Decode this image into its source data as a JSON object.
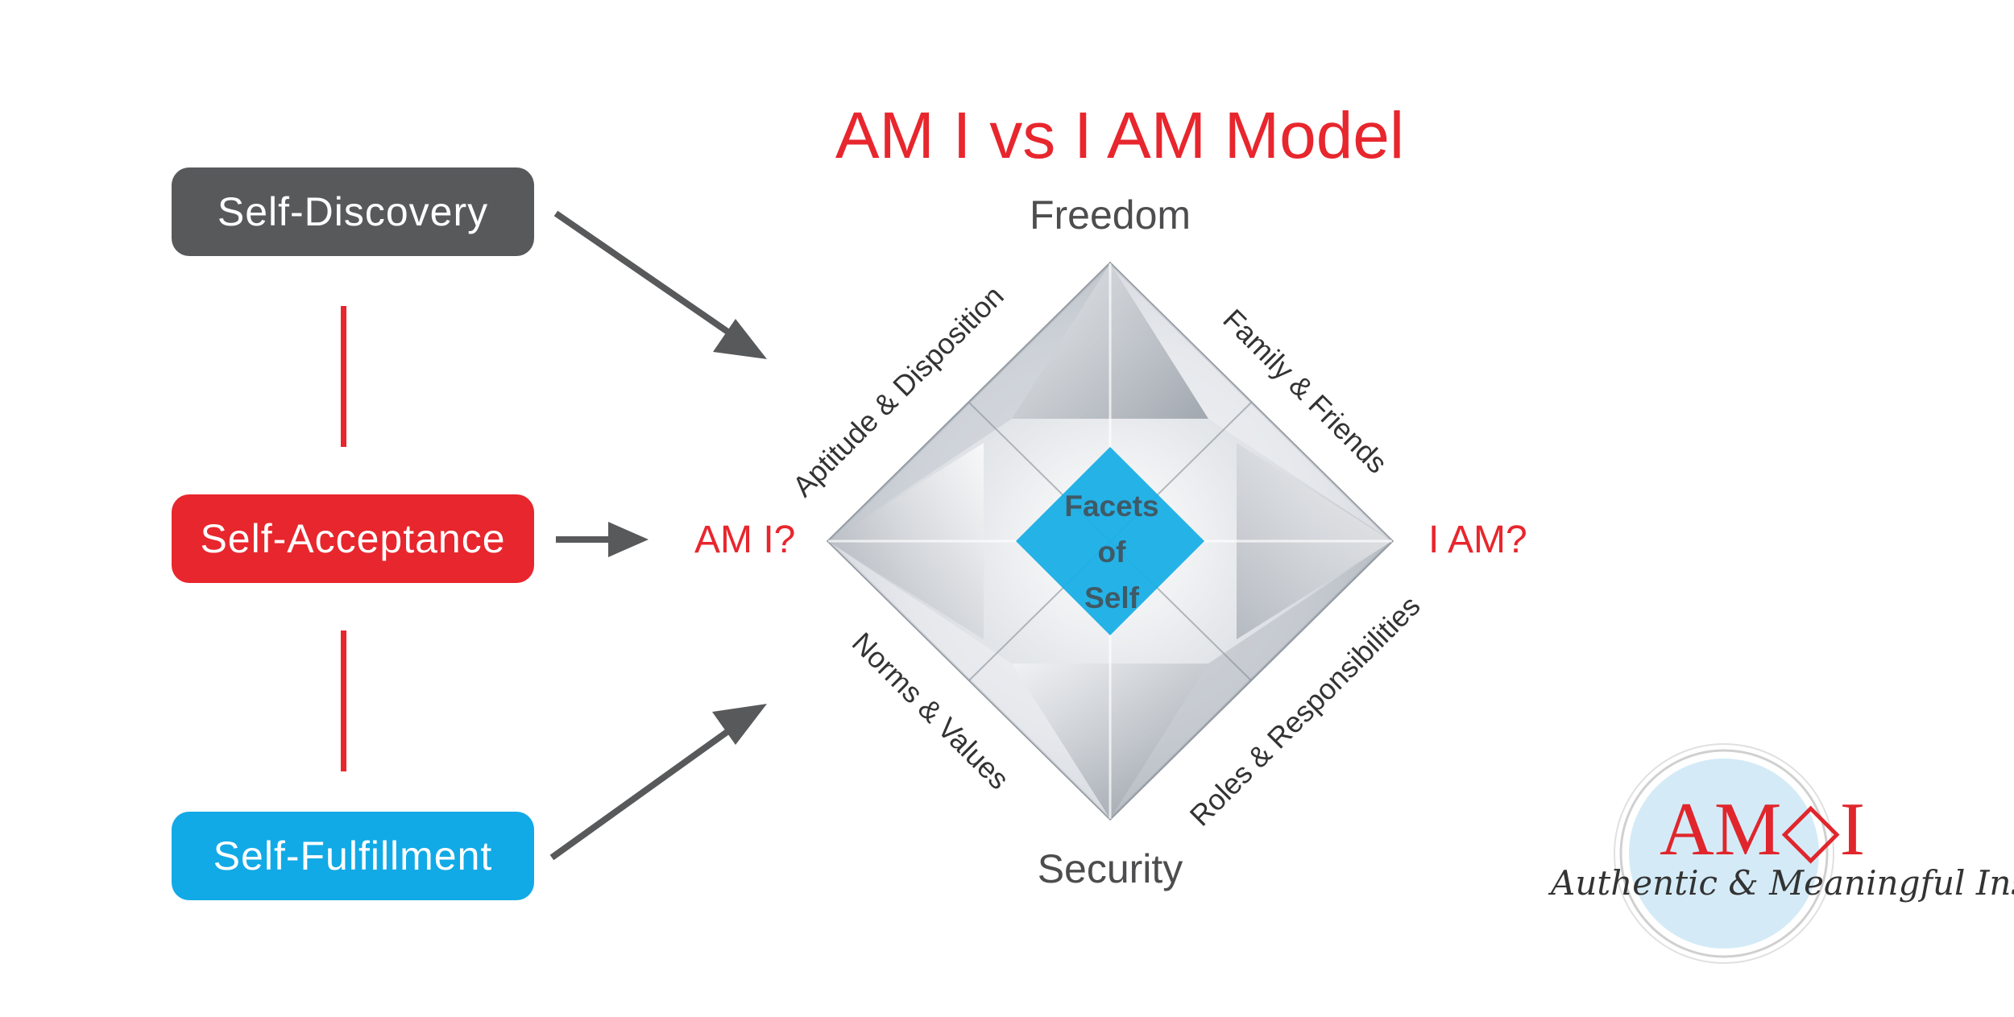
{
  "title": "AM I vs I AM Model",
  "stages": [
    {
      "label": "Self-Discovery",
      "color": "#58595b"
    },
    {
      "label": "Self-Acceptance",
      "color": "#e8262d"
    },
    {
      "label": "Self-Fulfillment",
      "color": "#11aae6"
    }
  ],
  "poles": {
    "top": "Freedom",
    "bottom": "Security",
    "left": "AM I?",
    "right": "I AM?"
  },
  "facets": {
    "upper_left": "Aptitude & Disposition",
    "upper_right": "Family & Friends",
    "lower_left": "Norms & Values",
    "lower_right": "Roles & Responsibilities"
  },
  "center": {
    "line1": "Facets",
    "line2": "of",
    "line3": "Self",
    "color": "#19aee6"
  },
  "logo": {
    "mark": "AM◇I",
    "tagline": "Authentic & Meaningful Insights"
  },
  "colors": {
    "accent_red": "#e8262d",
    "dark_gray": "#58595b",
    "blue": "#11aae6"
  }
}
